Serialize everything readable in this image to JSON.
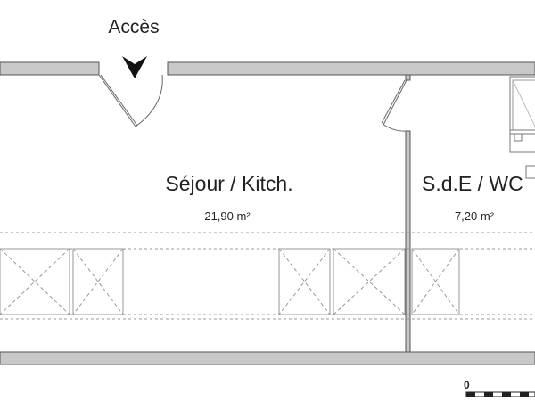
{
  "plan": {
    "access_label": "Accès",
    "rooms": [
      {
        "name": "Séjour / Kitch.",
        "area": "21,90 m²"
      },
      {
        "name": "S.d.E / WC",
        "area": "7,20 m²"
      }
    ],
    "scale": {
      "start_label": "0"
    },
    "colors": {
      "wall_fill": "#c8c8c8",
      "wall_stroke": "#555555",
      "line": "#888888",
      "text": "#222222"
    }
  }
}
